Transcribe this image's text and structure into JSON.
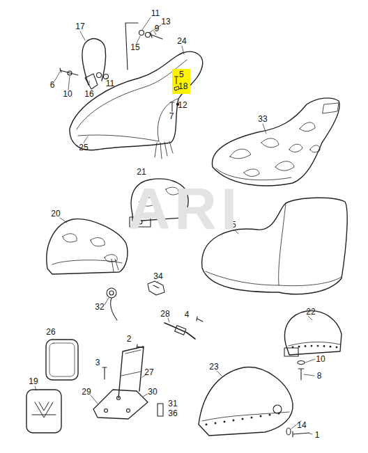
{
  "diagram": {
    "nodes": [
      {
        "text": [
          "5",
          "18"
        ]
      }
    ],
    "edges": [],
    "labels": [
      "11",
      "13",
      "9",
      "15",
      "17",
      "24",
      "6",
      "10",
      "16",
      "11",
      "12",
      "7",
      "25",
      "33",
      "21",
      "20",
      "35",
      "34",
      "32",
      "28",
      "4",
      "2",
      "26",
      "3",
      "27",
      "22",
      "10",
      "8",
      "19",
      "29",
      "30",
      "31",
      "36",
      "23",
      "14",
      "1",
      "ARI"
    ]
  }
}
